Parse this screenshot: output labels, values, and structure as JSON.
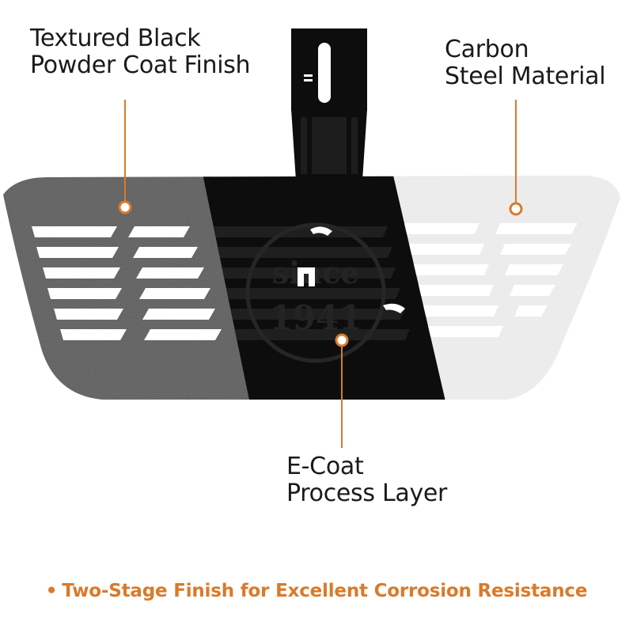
{
  "callouts": {
    "top_left": {
      "line1": "Textured Black",
      "line2": "Powder Coat Finish"
    },
    "top_right": {
      "line1": "Carbon",
      "line2": "Steel Material"
    },
    "bottom": {
      "line1": "E-Coat",
      "line2": "Process Layer"
    }
  },
  "emblem": {
    "line1": "since",
    "line2": "1941"
  },
  "caption": {
    "bullet": "•",
    "text": "Two-Stage Finish for Excellent Corrosion Resistance"
  },
  "colors": {
    "accent": "#d97a2b",
    "powder_coat": "#5b5b5b",
    "e_coat": "#0d0d0d",
    "carbon_steel": "#ececec"
  }
}
